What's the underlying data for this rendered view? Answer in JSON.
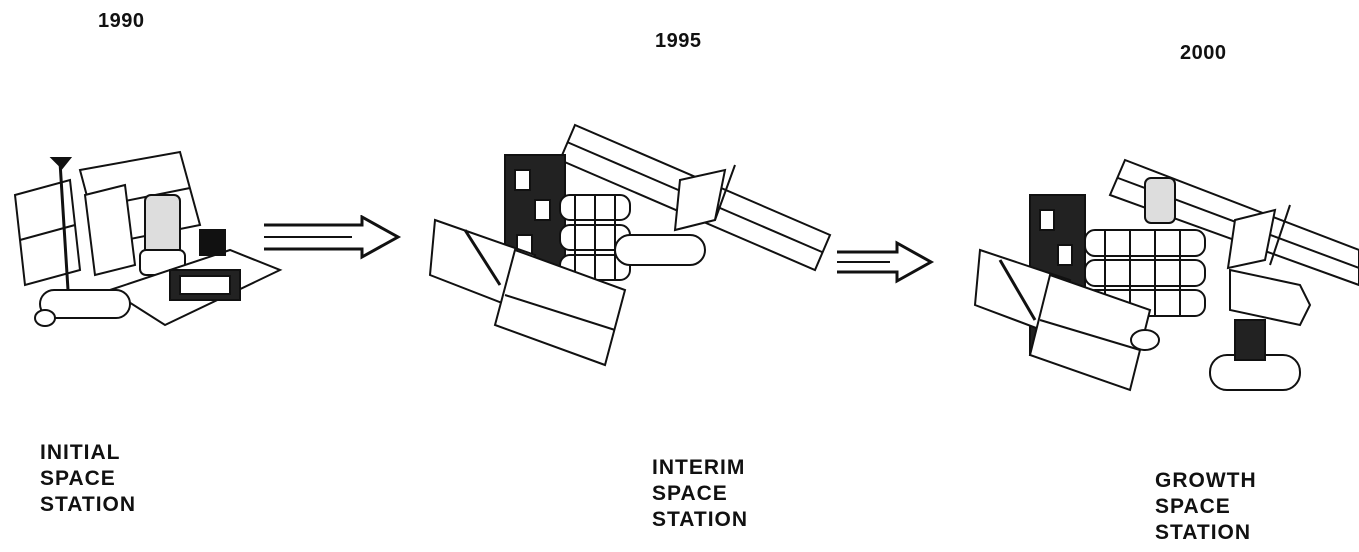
{
  "stages": [
    {
      "year": "1990",
      "caption": [
        "INITIAL",
        "SPACE",
        "STATION"
      ],
      "icon": "initial-space-station-illustration"
    },
    {
      "year": "1995",
      "caption": [
        "INTERIM",
        "SPACE",
        "STATION"
      ],
      "icon": "interim-space-station-illustration"
    },
    {
      "year": "2000",
      "caption": [
        "GROWTH",
        "SPACE",
        "STATION"
      ],
      "icon": "growth-space-station-illustration"
    }
  ],
  "arrows": [
    "progression-arrow-icon",
    "progression-arrow-icon"
  ],
  "colors": {
    "ink": "#111111",
    "background": "#ffffff"
  }
}
